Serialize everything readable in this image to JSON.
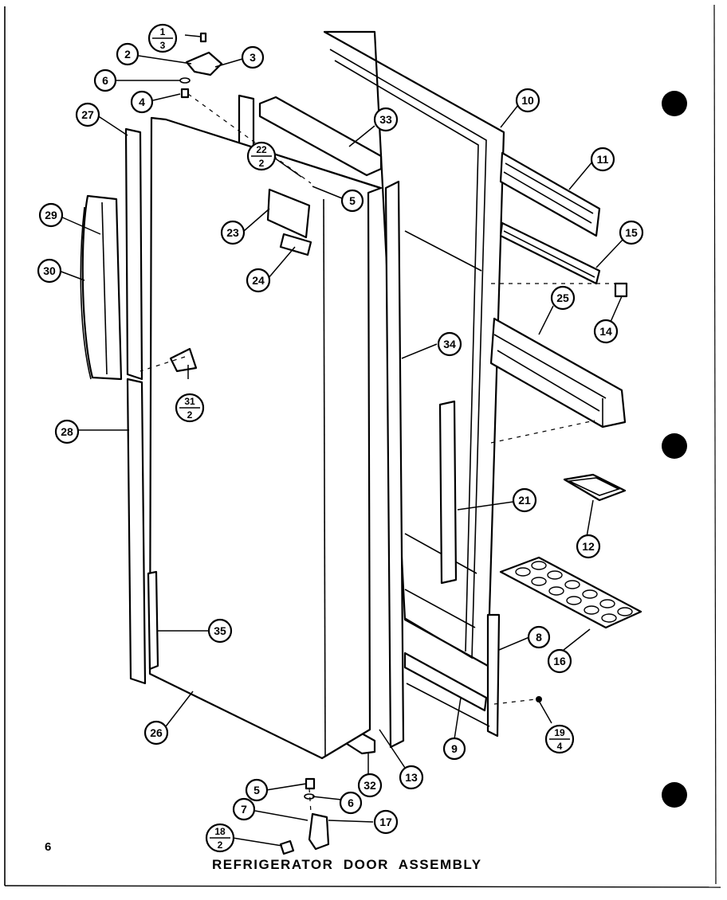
{
  "page_number": "6",
  "title": "REFRIGERATOR  DOOR  ASSEMBLY",
  "callouts": {
    "c1": {
      "top": "1",
      "bottom": "3"
    },
    "c2": "2",
    "c3": "3",
    "c4": "4",
    "c5a": "5",
    "c5b": "5",
    "c6a": "6",
    "c6b": "6",
    "c7": "7",
    "c8": "8",
    "c9": "9",
    "c10": "10",
    "c11": "11",
    "c12": "12",
    "c13": "13",
    "c14": "14",
    "c15": "15",
    "c16": "16",
    "c17": "17",
    "c18": {
      "top": "18",
      "bottom": "2"
    },
    "c19": {
      "top": "19",
      "bottom": "4"
    },
    "c21": "21",
    "c22": {
      "top": "22",
      "bottom": "2"
    },
    "c23": "23",
    "c24": "24",
    "c25": "25",
    "c26": "26",
    "c27": "27",
    "c28": "28",
    "c29": "29",
    "c30": "30",
    "c31": {
      "top": "31",
      "bottom": "2"
    },
    "c32": "32",
    "c33": "33",
    "c34": "34",
    "c35": "35"
  },
  "colors": {
    "ink": "#000000",
    "paper": "#ffffff"
  }
}
